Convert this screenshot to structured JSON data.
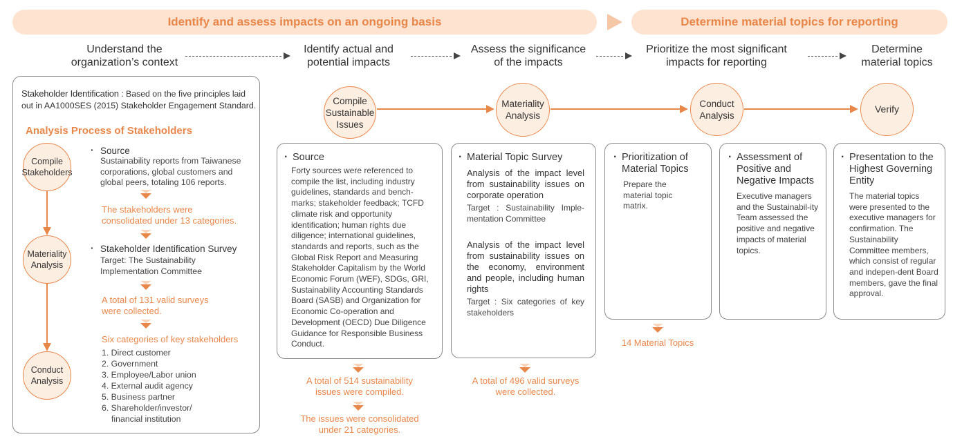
{
  "banners": {
    "left": "Identify and assess impacts on an ongoing basis",
    "right": "Determine material topics for reporting"
  },
  "steps": [
    {
      "line1": "Understand the",
      "line2": "organization’s context"
    },
    {
      "line1": "Identify actual and",
      "line2": "potential impacts"
    },
    {
      "line1": "Assess the significance",
      "line2": "of the impacts"
    },
    {
      "line1": "Prioritize the most significant",
      "line2": "impacts for reporting"
    },
    {
      "line1": "Determine",
      "line2": "material topics"
    }
  ],
  "stakeholder_panel": {
    "intro_label": "Stakeholder Identification :",
    "intro_text": " Based on the five principles laid out in AA1000SES (2015) Stakeholder Engagement Standard.",
    "analysis_title": "Analysis Process of Stakeholders",
    "circles": [
      {
        "line1": "Compile",
        "line2": "Stakeholders"
      },
      {
        "line1": "Materiality",
        "line2": "Analysis"
      },
      {
        "line1": "Conduct",
        "line2": "Analysis"
      }
    ],
    "source": {
      "title": "Source",
      "text": "Sustainability reports from Taiwanese corporations, global customers and global peers, totaling 106 reports."
    },
    "result_1": {
      "line1": "The stakeholders were",
      "line2": "consolidated under 13 categories."
    },
    "survey": {
      "title": "Stakeholder Identification Survey",
      "line1": "Target: The Sustainability",
      "line2": "Implementation Committee"
    },
    "result_2": {
      "line1": "A total of 131 valid surveys",
      "line2": "were collected."
    },
    "categories_title": "Six categories of key stakeholders",
    "categories": [
      "1. Direct customer",
      "2. Government",
      "3. Employee/Labor union",
      "4. External audit agency",
      "5. Business partner",
      "6. Shareholder/investor/ financial institution"
    ]
  },
  "flow_circles": [
    {
      "line1": "Compile",
      "line2": "Sustainable",
      "line3": "Issues"
    },
    {
      "line1": "Materiality",
      "line2": "Analysis"
    },
    {
      "line1": "Conduct",
      "line2": "Analysis"
    },
    {
      "line1": "Verify"
    }
  ],
  "boxes": {
    "source": {
      "title": "Source",
      "text": "Forty sources were referenced to compile the list, including industry guidelines, standards and bench-marks; stakeholder feedback; TCFD climate risk and opportunity identification; human rights due diligence; international guidelines, standards and reports, such as the Global Risk Report and Measuring Stakeholder Capitalism by the World Economic Forum (WEF), SDGs, GRI, Sustainability Accounting Standards Board (SASB) and Organization for Economic Co-operation and Development (OECD) Due Diligence Guidance for Responsible Business Conduct."
    },
    "survey": {
      "title": "Material Topic Survey",
      "analysis_1": "Analysis of the impact level from sustainability issues on corporate operation",
      "target_1": "Target : Sustainability Imple-mentation Committee",
      "analysis_2": "Analysis of the impact level from sustainability issues on the economy, environment and people, including human rights",
      "target_2": "Target : Six categories of key stakeholders"
    },
    "prioritization": {
      "title": "Prioritization of Material Topics",
      "text": "Prepare the material topic matrix."
    },
    "assessment": {
      "title": "Assessment of Positive and Negative Impacts",
      "text": "Executive managers and the Sustainabil-ity Team assessed the positive and negative impacts of material topics."
    },
    "presentation": {
      "title": "Presentation to the Highest Governing Entity",
      "text": "The material topics were presented to the executive managers for confirmation. The Sustainability Committee members, which consist of regular and indepen-dent Board members, gave the final approval."
    }
  },
  "results": {
    "issues_compiled": {
      "line1": "A total of 514 sustainability",
      "line2": "issues were compiled."
    },
    "issues_consolidated": {
      "line1": "The issues were consolidated",
      "line2": "under 21 categories."
    },
    "surveys_collected": {
      "line1": "A total of 496 valid surveys",
      "line2": "were collected."
    },
    "material_topics": "14 Material Topics"
  },
  "colors": {
    "accent": "#e8874a",
    "banner_bg": "#fde3d0",
    "circle_bg": "#fdeee2",
    "box_border": "#8a8a8a"
  }
}
